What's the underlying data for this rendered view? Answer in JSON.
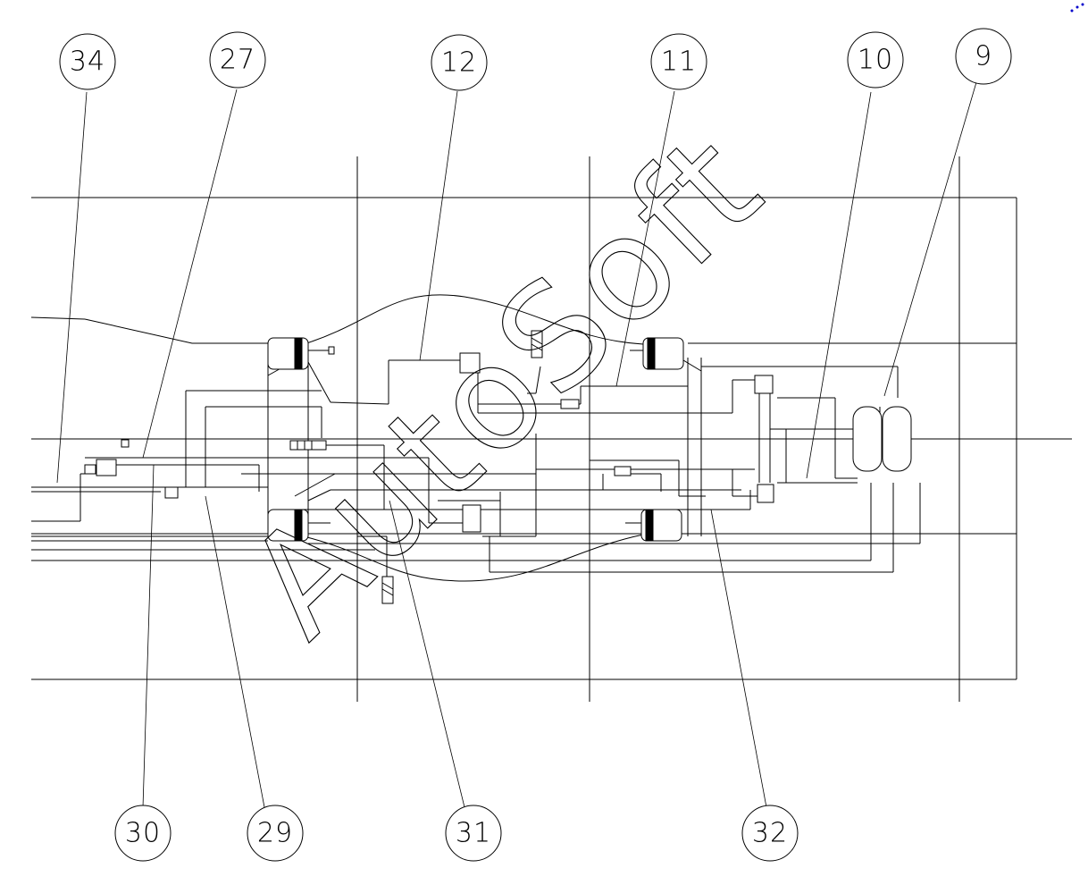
{
  "diagram": {
    "callouts": [
      {
        "id": "34",
        "label": "34"
      },
      {
        "id": "27",
        "label": "27"
      },
      {
        "id": "12",
        "label": "12"
      },
      {
        "id": "11",
        "label": "11"
      },
      {
        "id": "10",
        "label": "10"
      },
      {
        "id": "9",
        "label": "9"
      },
      {
        "id": "30",
        "label": "30"
      },
      {
        "id": "29",
        "label": "29"
      },
      {
        "id": "31",
        "label": "31"
      },
      {
        "id": "32",
        "label": "32"
      }
    ],
    "watermark": "AutoSoft"
  },
  "colors": {
    "line": "#000000",
    "background": "#ffffff",
    "corner_mark": "#0000cc"
  }
}
